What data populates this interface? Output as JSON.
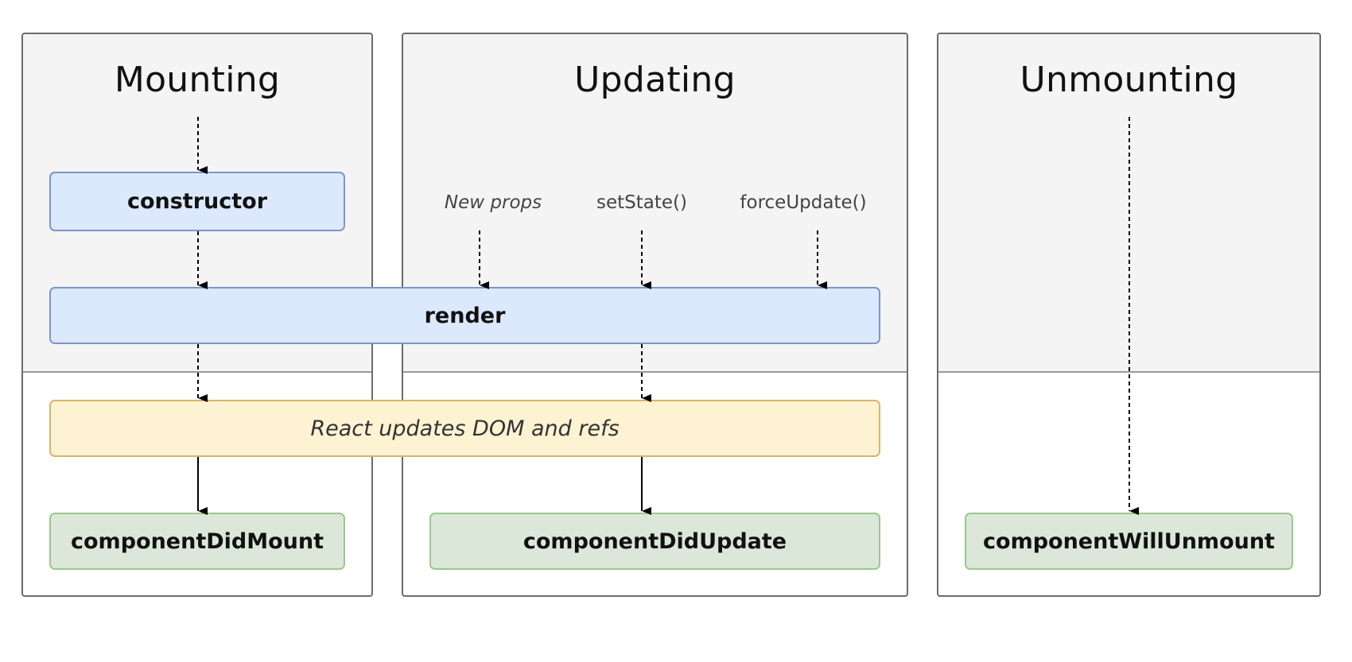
{
  "phases": {
    "mounting": {
      "title": "Mounting"
    },
    "updating": {
      "title": "Updating"
    },
    "unmounting": {
      "title": "Unmounting"
    }
  },
  "methods": {
    "constructor": "constructor",
    "render": "render",
    "dom_update": "React updates DOM and refs",
    "did_mount": "componentDidMount",
    "did_update": "componentDidUpdate",
    "will_unmount": "componentWillUnmount"
  },
  "triggers": {
    "new_props": "New props",
    "set_state": "setState()",
    "force_update": "forceUpdate()"
  },
  "colors": {
    "phase_top_bg": "#f4f4f4",
    "blue_box": "#dce8fc",
    "yellow_box": "#fdf2d2",
    "green_box": "#dbe7d8",
    "arrow": "#000000"
  }
}
